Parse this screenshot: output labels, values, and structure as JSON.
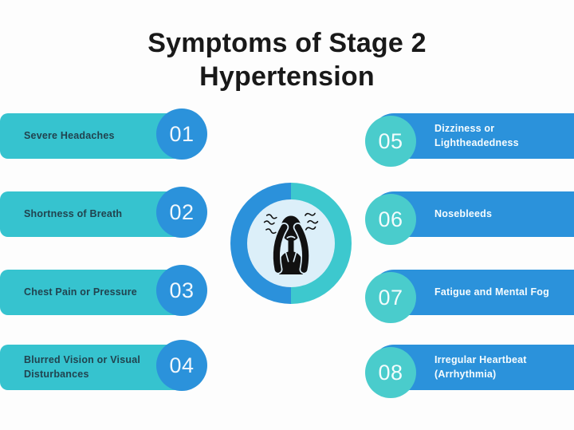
{
  "title": {
    "line1": "Symptoms of Stage 2",
    "line2": "Hypertension"
  },
  "colors": {
    "teal_pill": "#36C3CF",
    "teal_circle_light": "#4ACCCC",
    "blue": "#2B92DB",
    "ring_teal_half": "#3DC8CE",
    "inner_circle": "#DCEFF9",
    "title_text": "#191919",
    "left_label_text": "#21434F",
    "right_label_text": "#F6FCFE",
    "figure_black": "#111111",
    "background": "#FDFDFD"
  },
  "items_left": [
    {
      "number": "01",
      "label": "Severe Headaches"
    },
    {
      "number": "02",
      "label": "Shortness of Breath"
    },
    {
      "number": "03",
      "label": "Chest Pain or Pressure"
    },
    {
      "number": "04",
      "label": "Blurred Vision or Visual Disturbances"
    }
  ],
  "items_right": [
    {
      "number": "05",
      "label": "Dizziness or Lightheadedness"
    },
    {
      "number": "06",
      "label": "Nosebleeds"
    },
    {
      "number": "07",
      "label": "Fatigue and Mental Fog"
    },
    {
      "number": "08",
      "label": "Irregular Heartbeat (Arrhythmia)"
    }
  ],
  "center": {
    "icon": "headache-person-icon"
  }
}
